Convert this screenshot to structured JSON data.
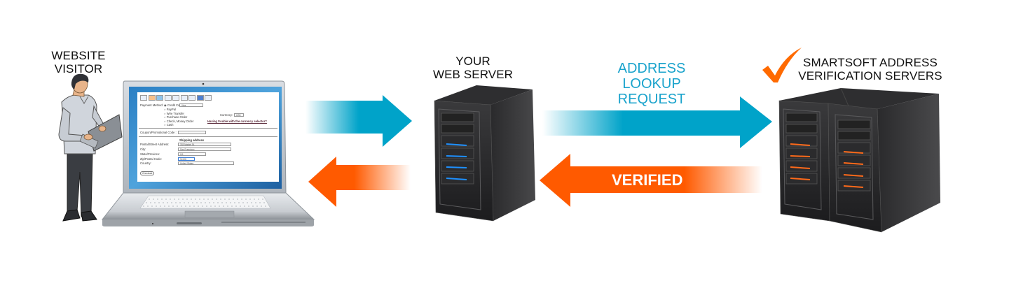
{
  "title": "Smartsoft Address Verification Flow",
  "nodes": {
    "visitor": {
      "label_line1": "WEBSITE",
      "label_line2": "VISITOR"
    },
    "web_server": {
      "label_line1": "YOUR",
      "label_line2": "WEB SERVER"
    },
    "smartsoft": {
      "label_line1": "SMARTSOFT ADDRESS",
      "label_line2": "VERIFICATION SERVERS"
    }
  },
  "arrows": {
    "request_label_line1": "ADDRESS",
    "request_label_line2": "LOOKUP",
    "request_label_line3": "REQUEST",
    "response_label": "VERIFIED"
  },
  "colors": {
    "request_arrow": "#00a3c9",
    "response_arrow": "#ff5a00",
    "checkmark": "#ff6a00",
    "server_led_webserver": "#1e90ff",
    "server_led_smartsoft": "#ff6a1a",
    "screen_bg": "#1b6fb5"
  },
  "checkout_form": {
    "payment_method_label": "Payment Method:",
    "payment_options": [
      "Credit Card",
      "PayPal",
      "Wire Transfer",
      "Purchase Order",
      "Check, Money Order",
      "Cash"
    ],
    "card_type_value": "Visa",
    "currency_label": "Currency:",
    "currency_value": "USD",
    "currency_help": "Having trouble with the currency selector?",
    "coupon_label": "Coupon/Promotional Code :",
    "shipping_heading": "Shipping address",
    "fields": [
      {
        "label": "Postal/Street Address:",
        "value": "333 Market St."
      },
      {
        "label": "City:",
        "value": "San Francisco"
      },
      {
        "label": "State/Province:",
        "value": "CA"
      },
      {
        "label": "Zip/Postal Code:",
        "value": "94108"
      },
      {
        "label": "Country:",
        "value": "United States"
      }
    ],
    "checkout_button": "Checkout"
  }
}
